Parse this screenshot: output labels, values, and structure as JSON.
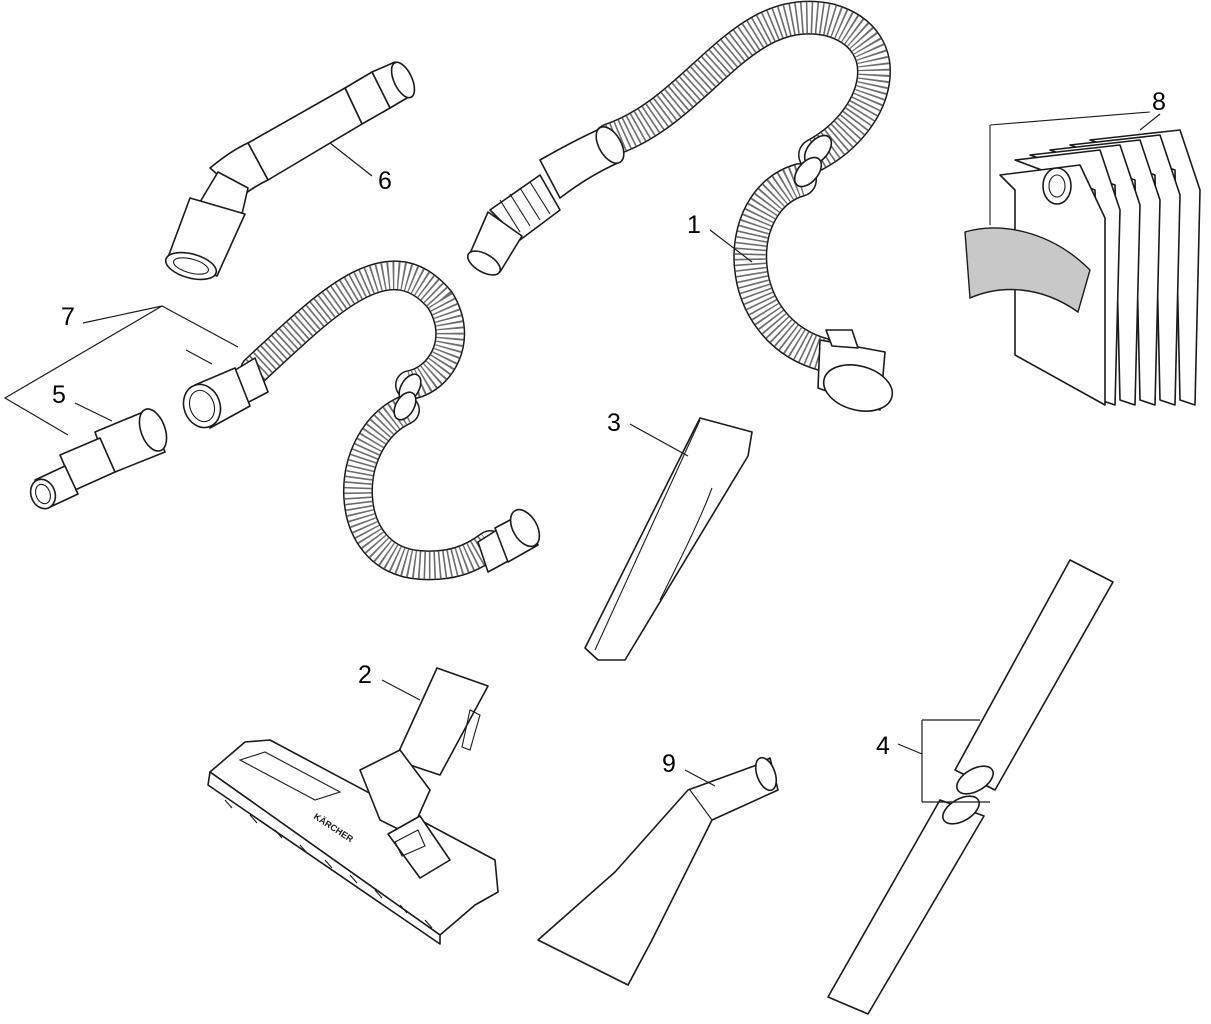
{
  "diagram": {
    "callouts": [
      {
        "id": "1",
        "label": "1"
      },
      {
        "id": "2",
        "label": "2"
      },
      {
        "id": "3",
        "label": "3"
      },
      {
        "id": "4",
        "label": "4"
      },
      {
        "id": "5",
        "label": "5"
      },
      {
        "id": "6",
        "label": "6"
      },
      {
        "id": "7",
        "label": "7"
      },
      {
        "id": "8",
        "label": "8"
      },
      {
        "id": "9",
        "label": "9"
      }
    ],
    "brand_marking": "KÄRCHER",
    "colors": {
      "line": "#1a1a1a",
      "background": "#ffffff",
      "window": "#c8c8c8"
    }
  }
}
